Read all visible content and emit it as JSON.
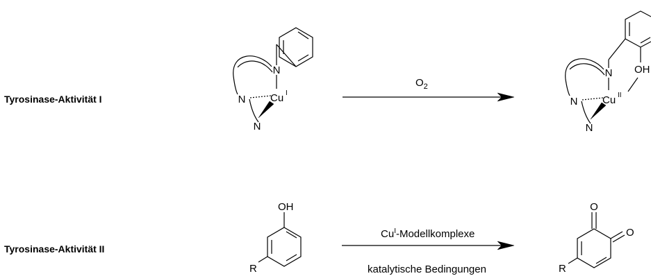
{
  "rows": [
    {
      "label": "Tyrosinase-Aktivität I",
      "reagent": {
        "base": "O",
        "sub": "2"
      },
      "left": {
        "N1": "N",
        "N2": "N",
        "N3": "N",
        "metal": "Cu",
        "ox": "I"
      },
      "right": {
        "N1": "N",
        "N2": "N",
        "N3": "N",
        "metal": "Cu",
        "ox": "II",
        "oh": "OH"
      }
    },
    {
      "label": "Tyrosinase-Aktivität II",
      "reagent": {
        "metal": "Cu",
        "ox": "I",
        "text": "-Modellkomplexe"
      },
      "conditions": "katalytische Bedingungen",
      "left": {
        "oh": "OH",
        "r": "R"
      },
      "right": {
        "o1": "O",
        "o2": "O",
        "r": "R"
      }
    }
  ]
}
